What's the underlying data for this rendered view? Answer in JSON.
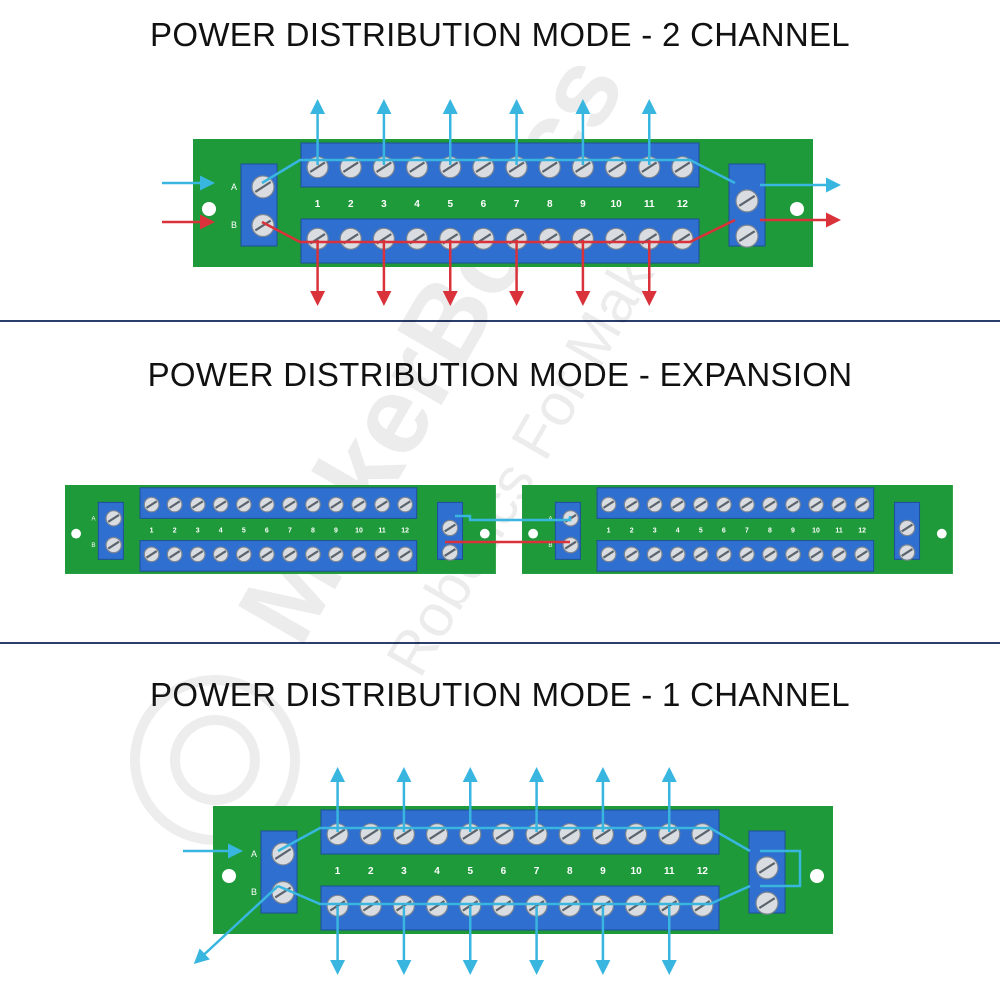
{
  "titles": {
    "two_channel": "POWER DISTRIBUTION MODE - 2 CHANNEL",
    "expansion": "POWER DISTRIBUTION MODE - EXPANSION",
    "one_channel": "POWER DISTRIBUTION MODE - 1 CHANNEL"
  },
  "terminal_numbers": [
    "1",
    "2",
    "3",
    "4",
    "5",
    "6",
    "7",
    "8",
    "9",
    "10",
    "11",
    "12"
  ],
  "terminal_side_labels": {
    "a": "A",
    "b": "B"
  },
  "watermark": {
    "brand": "MakerBotics",
    "tagline": "Robotics For Makers"
  },
  "colors": {
    "pcb_green": "#1f9a3a",
    "terminal_blue": "#2f6fd0",
    "channel_a_arrow": "#38b6e0",
    "channel_b_arrow": "#d9323a",
    "divider": "#2b3d6b"
  }
}
